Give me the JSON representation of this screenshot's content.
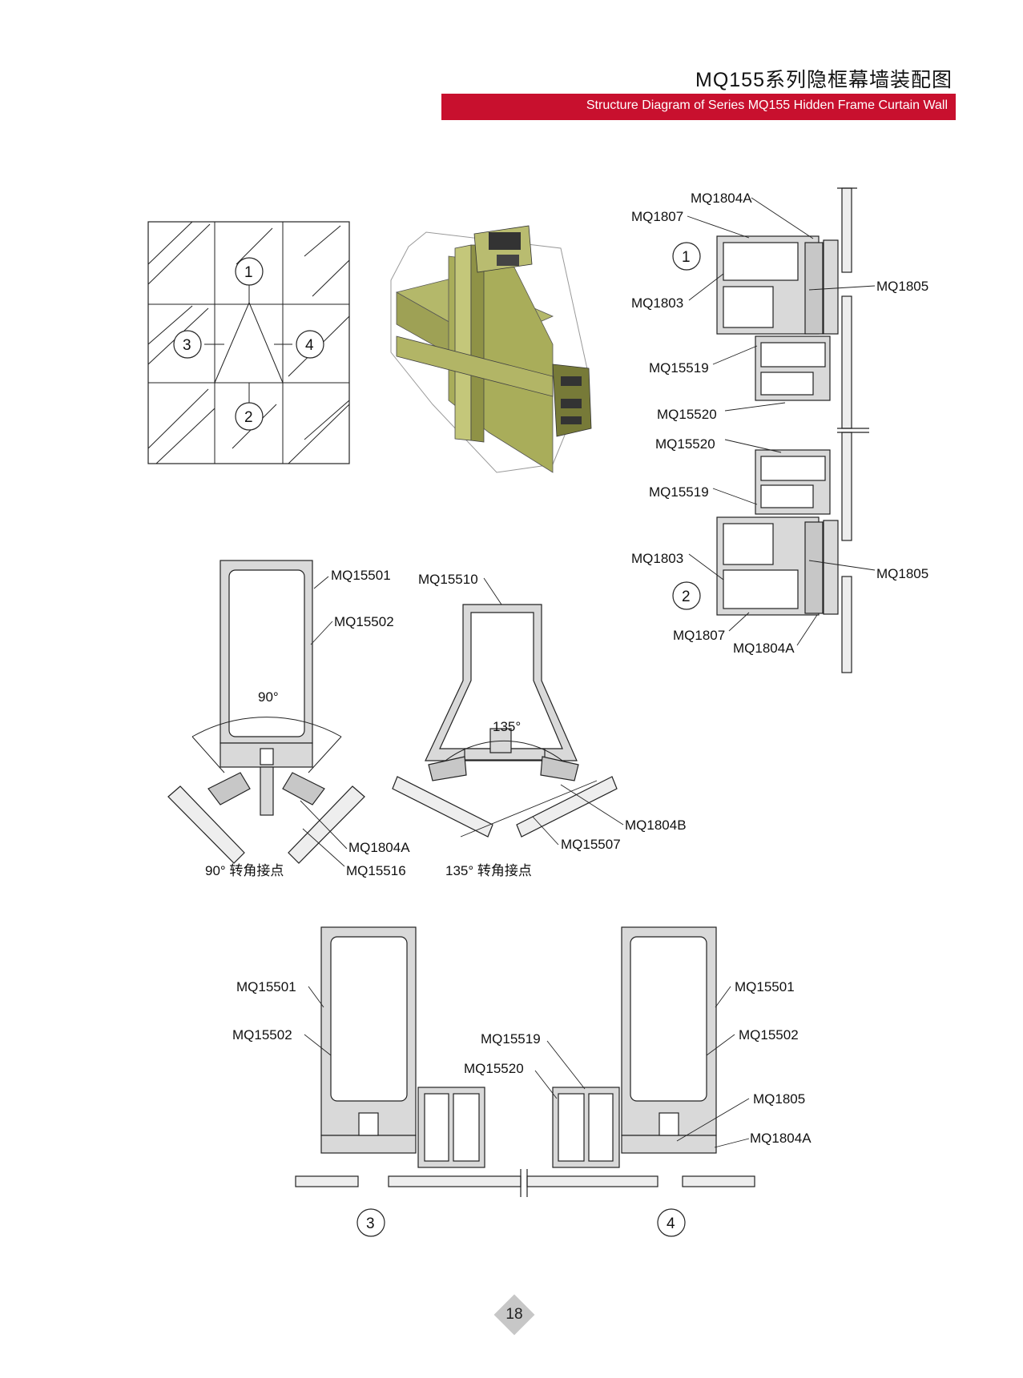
{
  "header": {
    "title_cn": "MQ155系列隐框幕墙装配图",
    "title_en": "Structure Diagram of Series MQ155 Hidden Frame Curtain Wall"
  },
  "colors": {
    "accent": "#c8102e",
    "profile_fill": "#d9d9d9",
    "glass_3d": "#a9ad5a"
  },
  "markers": [
    "1",
    "2",
    "3",
    "4"
  ],
  "section12": {
    "labels": [
      "MQ1804A",
      "MQ1807",
      "MQ1803",
      "MQ1805",
      "MQ15519",
      "MQ15520",
      "MQ15520",
      "MQ15519",
      "MQ1803",
      "MQ1805",
      "MQ1807",
      "MQ1804A"
    ]
  },
  "corner90": {
    "labels": [
      "MQ15501",
      "MQ15502",
      "MQ1804A",
      "MQ15516"
    ],
    "angle": "90°",
    "caption": "90°  转角接点"
  },
  "corner135": {
    "labels": [
      "MQ15510",
      "MQ1804B",
      "MQ15507"
    ],
    "angle": "135°",
    "caption": "135°  转角接点"
  },
  "section34": {
    "left_labels": [
      "MQ15501",
      "MQ15502",
      "MQ15519",
      "MQ15520"
    ],
    "right_labels": [
      "MQ15501",
      "MQ15502",
      "MQ1805",
      "MQ1804A"
    ]
  },
  "footer": {
    "page_number": "18"
  }
}
